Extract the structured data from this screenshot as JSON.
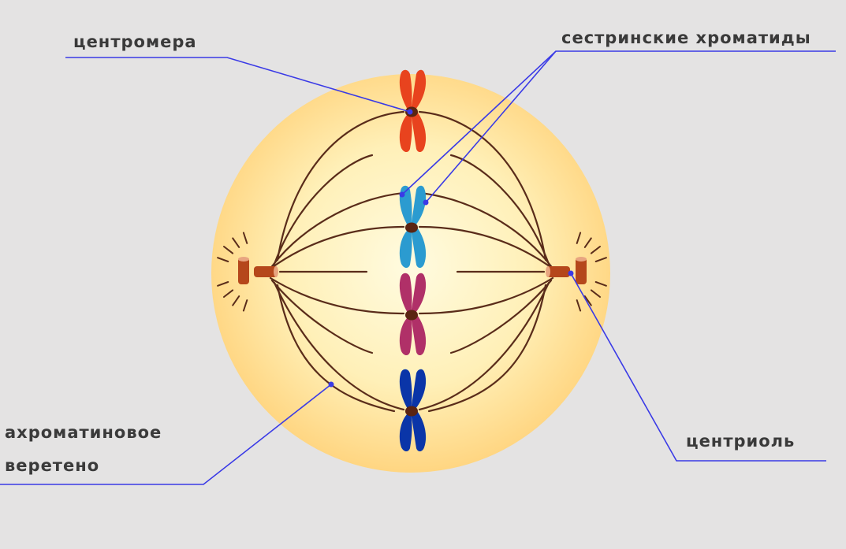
{
  "labels": {
    "centromere": "центромера",
    "sister_chromatids": "сестринские хроматиды",
    "spindle_line1": "ахроматиновое",
    "spindle_line2": "веретено",
    "centriole": "центриоль"
  },
  "colors": {
    "background": "#e4e3e3",
    "cell_center": "#fffbe0",
    "cell_edge": "#ffd27a",
    "spindle": "#5a2c1a",
    "pointer": "#3a3ae6",
    "centriole": "#b5471b",
    "centromere_dot": "#5a2412"
  },
  "chromosomes": [
    {
      "name": "chromosome-red",
      "color": "#e8431e"
    },
    {
      "name": "chromosome-blue",
      "color": "#2b9bd0"
    },
    {
      "name": "chromosome-magenta",
      "color": "#b03068"
    },
    {
      "name": "chromosome-navy",
      "color": "#0a35a8"
    }
  ]
}
